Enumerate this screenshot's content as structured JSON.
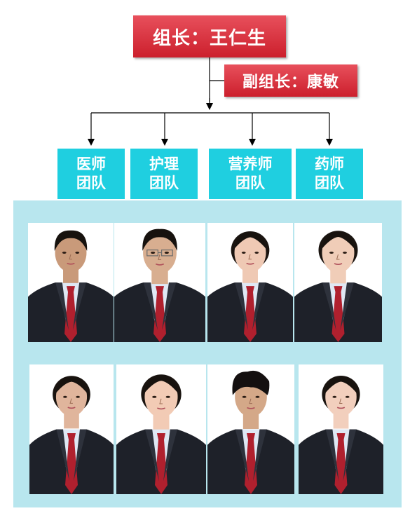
{
  "leader_label": "组长：王仁生",
  "deputy_label": "副组长：康敏",
  "teams": [
    {
      "line1": "医师",
      "line2": "团队"
    },
    {
      "line1": "护理",
      "line2": "团队"
    },
    {
      "line1": "营养师",
      "line2": "团队"
    },
    {
      "line1": "药师",
      "line2": "团队"
    }
  ],
  "colors": {
    "leader_box": "#d9303c",
    "team_box": "#1fcfe0",
    "photo_panel": "#b8e6ee",
    "suit": "#1e2129",
    "tie": "#b0202e",
    "shirt": "#dfe8f4"
  },
  "members_row1": [
    "portrait-man-1",
    "portrait-man-2",
    "portrait-woman-1",
    "portrait-woman-2"
  ],
  "members_row2": [
    "portrait-woman-3",
    "portrait-woman-4",
    "portrait-man-3",
    "portrait-woman-5"
  ]
}
